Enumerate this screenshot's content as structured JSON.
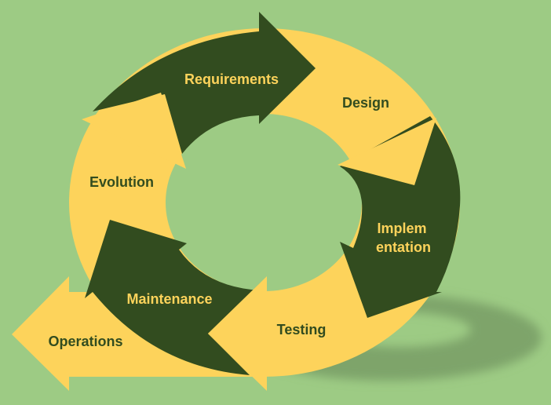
{
  "colors": {
    "background": "#9dcb84",
    "yellow": "#fdd35b",
    "dark_green": "#324c1f",
    "shadow": "#7ea46a"
  },
  "stages": {
    "requirements": "Requirements",
    "design": "Design",
    "implementation_line1": "Implem",
    "implementation_line2": "entation",
    "testing": "Testing",
    "maintenance": "Maintenance",
    "evolution": "Evolution",
    "operations": "Operations"
  }
}
